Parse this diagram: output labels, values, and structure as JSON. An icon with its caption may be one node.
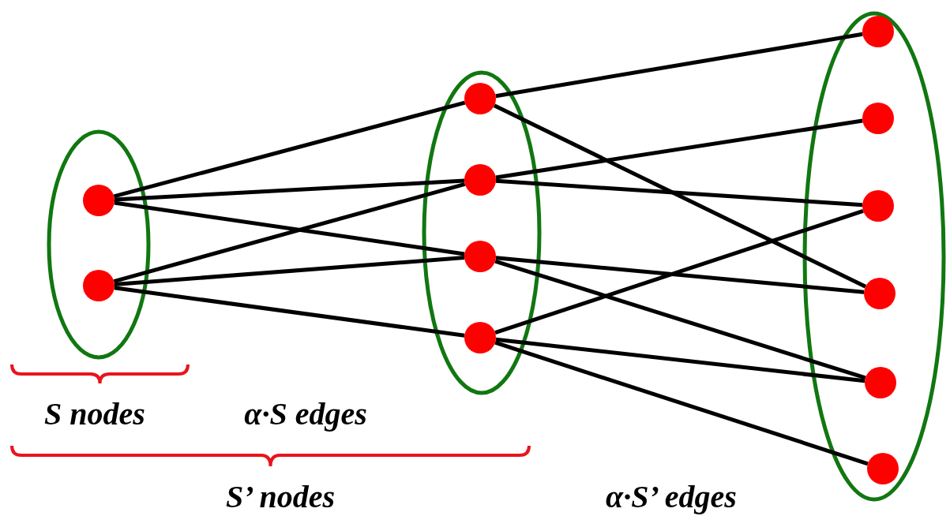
{
  "diagram": {
    "nodes": [
      {
        "text": [],
        "shape": "ellipse"
      },
      {
        "text": [],
        "shape": "circle",
        "in": 0
      },
      {
        "text": [],
        "shape": "circle",
        "in": 0
      },
      {
        "text": [],
        "shape": "ellipse"
      },
      {
        "text": [],
        "shape": "circle",
        "in": 3
      },
      {
        "text": [],
        "shape": "circle",
        "in": 3
      },
      {
        "text": [],
        "shape": "circle",
        "in": 3
      },
      {
        "text": [],
        "shape": "circle",
        "in": 3
      },
      {
        "text": [],
        "shape": "ellipse"
      },
      {
        "text": [],
        "shape": "circle",
        "in": 8
      },
      {
        "text": [],
        "shape": "circle",
        "in": 8
      },
      {
        "text": [],
        "shape": "circle",
        "in": 8
      },
      {
        "text": [],
        "shape": "circle",
        "in": 8
      },
      {
        "text": [],
        "shape": "circle",
        "in": 8
      },
      {
        "text": [],
        "shape": "circle",
        "in": 8
      }
    ],
    "edges": [
      {
        "from": 1,
        "to": 4,
        "arrow": "none"
      },
      {
        "from": 1,
        "to": 5,
        "arrow": "none"
      },
      {
        "from": 1,
        "to": 6,
        "arrow": "none"
      },
      {
        "from": 2,
        "to": 5,
        "arrow": "none"
      },
      {
        "from": 2,
        "to": 6,
        "arrow": "none"
      },
      {
        "from": 2,
        "to": 7,
        "arrow": "none"
      },
      {
        "from": 4,
        "to": 9,
        "arrow": "none"
      },
      {
        "from": 4,
        "to": 12,
        "arrow": "none"
      },
      {
        "from": 5,
        "to": 10,
        "arrow": "none"
      },
      {
        "from": 5,
        "to": 11,
        "arrow": "none"
      },
      {
        "from": 6,
        "to": 12,
        "arrow": "none"
      },
      {
        "from": 6,
        "to": 13,
        "arrow": "none"
      },
      {
        "from": 7,
        "to": 11,
        "arrow": "none"
      },
      {
        "from": 7,
        "to": 13,
        "arrow": "none"
      },
      {
        "from": 7,
        "to": 14,
        "arrow": "none"
      }
    ],
    "labels": [
      "S nodes",
      "α·S edges",
      "S’ nodes",
      "α·S’ edges"
    ]
  }
}
